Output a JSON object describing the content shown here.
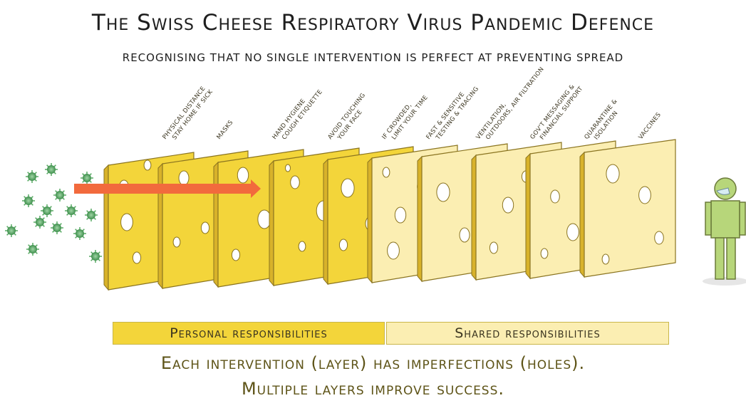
{
  "title": "The Swiss Cheese Respiratory Virus Pandemic Defence",
  "subtitle": "Recognising that no single intervention is perfect at preventing spread",
  "layers": [
    {
      "label_line1": "Physical distance",
      "label_line2": "Stay home if sick",
      "group": "personal"
    },
    {
      "label_line1": "Masks",
      "label_line2": "",
      "group": "personal"
    },
    {
      "label_line1": "Hand hygiene",
      "label_line2": "Cough etiquette",
      "group": "personal"
    },
    {
      "label_line1": "Avoid touching",
      "label_line2": "your face",
      "group": "personal"
    },
    {
      "label_line1": "If crowded,",
      "label_line2": "limit your time",
      "group": "personal"
    },
    {
      "label_line1": "Fast & sensitive",
      "label_line2": "testing & tracing",
      "group": "shared"
    },
    {
      "label_line1": "Ventilation,",
      "label_line2": "outdoors, air filtration",
      "group": "shared"
    },
    {
      "label_line1": "Gov't messaging &",
      "label_line2": "financial support",
      "group": "shared"
    },
    {
      "label_line1": "Quarantine &",
      "label_line2": "isolation",
      "group": "shared"
    },
    {
      "label_line1": "Vaccines",
      "label_line2": "",
      "group": "shared"
    }
  ],
  "bands": {
    "personal": "Personal responsibilities",
    "shared": "Shared responsibilities"
  },
  "conclusion": {
    "line1": "Each intervention (layer) has imperfections (holes).",
    "line2": "Multiple layers improve success."
  },
  "colors": {
    "personal_fill": "#f3d53a",
    "shared_fill": "#fbeeb2",
    "virus": "#5fae6a",
    "arrow": "#f26a3d",
    "person": "#b7d67a"
  }
}
